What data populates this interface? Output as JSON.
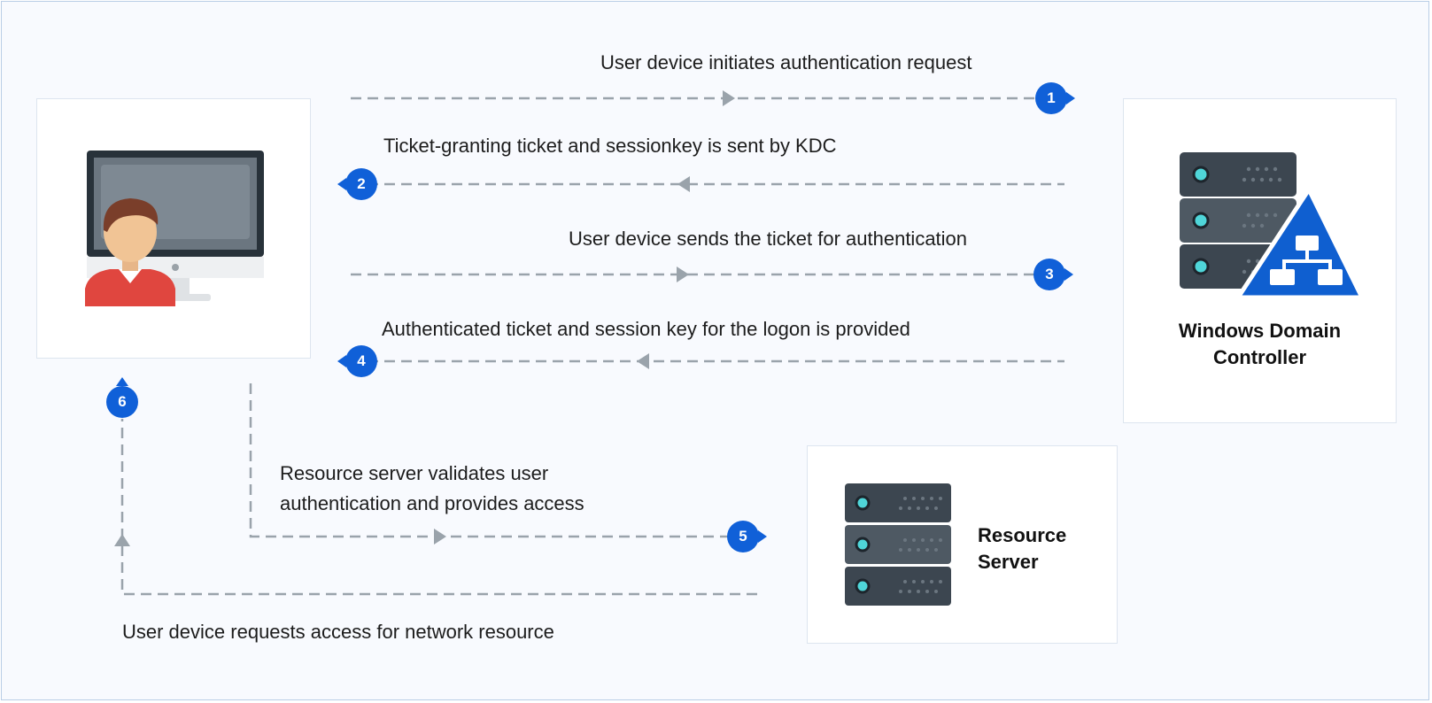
{
  "nodes": {
    "user_device": {
      "icon": "user-computer-icon"
    },
    "domain_controller": {
      "title_line1": "Windows Domain",
      "title_line2": "Controller",
      "icon": "server-network-icon"
    },
    "resource_server": {
      "title_line1": "Resource",
      "title_line2": "Server",
      "icon": "server-icon"
    }
  },
  "steps": [
    {
      "number": "1",
      "label": "User device initiates authentication request"
    },
    {
      "number": "2",
      "label": "Ticket-granting ticket and sessionkey is sent by KDC"
    },
    {
      "number": "3",
      "label": "User device sends the ticket for authentication"
    },
    {
      "number": "4",
      "label": "Authenticated ticket and session key for the logon is provided"
    },
    {
      "number": "5",
      "label_line1": "Resource server validates user",
      "label_line2": "authentication and provides access"
    },
    {
      "number": "6",
      "label": "User device requests access for network resource"
    }
  ],
  "colors": {
    "badge": "#1060d8",
    "connector": "#9aa3ab",
    "server_dark": "#3c4650",
    "server_mid": "#4e5963",
    "led": "#4fd6d9",
    "triangle": "#0f5fd0"
  }
}
